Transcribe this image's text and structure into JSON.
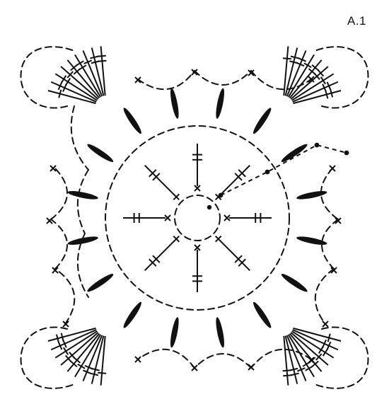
{
  "diagram": {
    "title": "A.1",
    "ink_color": "#111111",
    "background_color": "#ffffff",
    "stitch_symbols": [
      "chain",
      "single-crochet",
      "double-crochet",
      "treble-crochet",
      "slip-stitch",
      "bobble"
    ]
  }
}
